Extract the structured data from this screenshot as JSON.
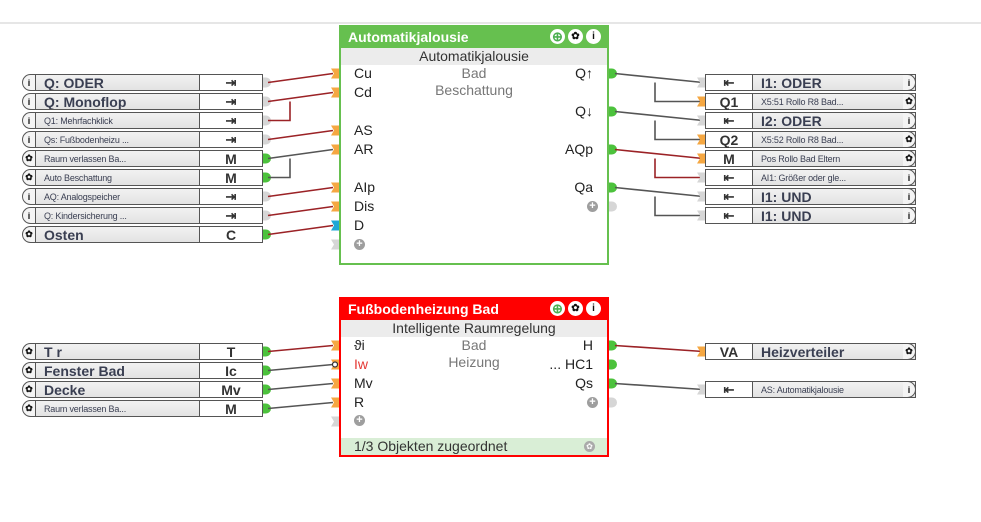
{
  "colors": {
    "block1_accent": "#66c04f",
    "block2_accent": "#ff0000",
    "wire_red": "#9b2226",
    "wire_gray": "#555555",
    "port_green": "#4cc23c",
    "port_orange": "#f5a742",
    "port_blue": "#1ea7d6",
    "port_gray": "#d6d6d6"
  },
  "left_objects_block1": [
    {
      "icon": "info-icon",
      "cap": "i",
      "name": "Q: ODER",
      "style": "big",
      "kind": "⇥"
    },
    {
      "icon": "info-icon",
      "cap": "i",
      "name": "Q: Monoflop",
      "style": "big",
      "kind": "⇥"
    },
    {
      "icon": "info-icon",
      "cap": "i",
      "name": "Q1: Mehrfachklick",
      "style": "small",
      "kind": "⇥"
    },
    {
      "icon": "info-icon",
      "cap": "i",
      "name": "Qs: Fußbodenheizu ...",
      "style": "small",
      "kind": "⇥"
    },
    {
      "icon": "gear-icon",
      "cap": "✿",
      "name": "Raum verlassen Ba...",
      "style": "small",
      "kind": "M"
    },
    {
      "icon": "gear-icon",
      "cap": "✿",
      "name": "Auto Beschattung",
      "style": "small",
      "kind": "M"
    },
    {
      "icon": "info-icon",
      "cap": "i",
      "name": "AQ: Analogspeicher",
      "style": "small",
      "kind": "⇥"
    },
    {
      "icon": "info-icon",
      "cap": "i",
      "name": "Q: Kindersicherung ...",
      "style": "small",
      "kind": "⇥"
    },
    {
      "icon": "gear-icon",
      "cap": "✿",
      "name": "Osten",
      "style": "big",
      "kind": "C"
    }
  ],
  "right_objects_block1": [
    {
      "icon": "info-icon",
      "cap": "i",
      "name": "I1: ODER",
      "style": "big",
      "kind": "⇤"
    },
    {
      "icon": "gear-icon",
      "cap": "✿",
      "name": "X5:51 Rollo R8 Bad...",
      "style": "small",
      "kind": "Q1"
    },
    {
      "icon": "info-icon",
      "cap": "i",
      "name": "I2: ODER",
      "style": "big",
      "kind": "⇤"
    },
    {
      "icon": "gear-icon",
      "cap": "✿",
      "name": "X5:52 Rollo R8 Bad...",
      "style": "small",
      "kind": "Q2"
    },
    {
      "icon": "gear-icon",
      "cap": "✿",
      "name": "Pos Rollo Bad Eltern",
      "style": "small",
      "kind": "M"
    },
    {
      "icon": "info-icon",
      "cap": "i",
      "name": "AI1: Größer oder gle...",
      "style": "small",
      "kind": "⇤"
    },
    {
      "icon": "info-icon",
      "cap": "i",
      "name": "I1: UND",
      "style": "big",
      "kind": "⇤"
    },
    {
      "icon": "info-icon",
      "cap": "i",
      "name": "I1: UND",
      "style": "big",
      "kind": "⇤"
    }
  ],
  "block1": {
    "title": "Automatikjalousie",
    "subtitle": "Automatikjalousie",
    "description_line1": "Bad",
    "description_line2": "Beschattung",
    "inputs": [
      "Cu",
      "Cd",
      "",
      "AS",
      "AR",
      "",
      "AIp",
      "Dis",
      "D"
    ],
    "outputs": [
      "Q↑",
      "",
      "Q↓",
      "",
      "AQp",
      "",
      "Qa"
    ]
  },
  "left_objects_block2": [
    {
      "icon": "gear-icon",
      "cap": "✿",
      "name": "T r",
      "style": "big",
      "kind": "T"
    },
    {
      "icon": "gear-icon",
      "cap": "✿",
      "name": "Fenster Bad",
      "style": "big",
      "kind": "Ic"
    },
    {
      "icon": "gear-icon",
      "cap": "✿",
      "name": "Decke",
      "style": "big",
      "kind": "Mv"
    },
    {
      "icon": "gear-icon",
      "cap": "✿",
      "name": "Raum verlassen Ba...",
      "style": "small",
      "kind": "M"
    }
  ],
  "right_objects_block2": [
    {
      "icon": "gear-icon",
      "cap": "✿",
      "name": "Heizverteiler",
      "style": "big",
      "kind": "VA"
    },
    {
      "icon": "info-icon",
      "cap": "i",
      "name": "AS: Automatikjalousie",
      "style": "small",
      "kind": "⇤"
    }
  ],
  "block2": {
    "title": "Fußbodenheizung Bad",
    "subtitle": "Intelligente Raumregelung",
    "description_line1": "Bad",
    "description_line2": "Heizung",
    "inputs": [
      "ϑi",
      "Iw",
      "Mv",
      "R"
    ],
    "outputs": [
      "H",
      "... HC1",
      "Qs"
    ],
    "footer": "1/3 Objekten zugeordnet"
  },
  "block_icons": {
    "move": "⊕",
    "settings": "✿",
    "info": "i"
  },
  "plus_symbol": "+"
}
